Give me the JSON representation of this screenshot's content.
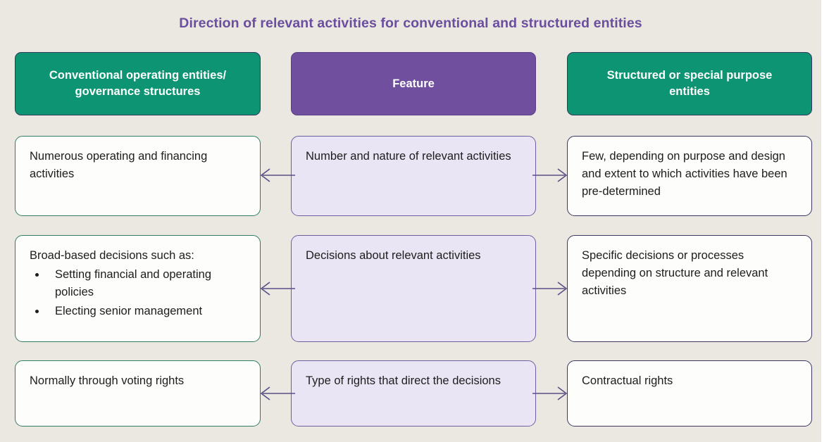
{
  "title": "Direction of relevant activities for conventional and structured entities",
  "theme": {
    "background": "#eae8e0",
    "title_color": "#6b4e9e",
    "header_green": "#0c9473",
    "header_purple": "#6f4f9e",
    "center_box_fill": "#e9e5f4",
    "center_box_border": "#6f5fa0",
    "left_box_border": "#2e7d63",
    "right_box_border": "#3b3560",
    "arrow_color": "#5a4f86"
  },
  "headers": {
    "left": "Conventional operating entities/ governance structures",
    "left_line1": "Conventional operating entities/",
    "left_line2": "governance structures",
    "center": "Feature",
    "right": "Structured or special purpose entities",
    "right_line1": "Structured or special purpose",
    "right_line2": "entities"
  },
  "rows": [
    {
      "feature": "Number and nature of relevant activities",
      "conventional": "Numerous operating and financing activities",
      "structured": "Few, depending on purpose and design and extent to which activities have been pre-determined",
      "arrow_left": "arrow-left-icon",
      "arrow_right": "arrow-right-icon"
    },
    {
      "feature": "Decisions about relevant activities",
      "conventional_intro": "Broad-based decisions such as:",
      "conventional_bullets": [
        "Setting financial and operating policies",
        "Electing senior management"
      ],
      "structured": "Specific decisions or processes depending on structure and relevant activities",
      "arrow_left": "arrow-left-icon",
      "arrow_right": "arrow-right-icon"
    },
    {
      "feature": "Type of rights that direct the decisions",
      "conventional": "Normally through voting rights",
      "structured": "Contractual rights",
      "arrow_left": "arrow-left-icon",
      "arrow_right": "arrow-right-icon"
    }
  ]
}
